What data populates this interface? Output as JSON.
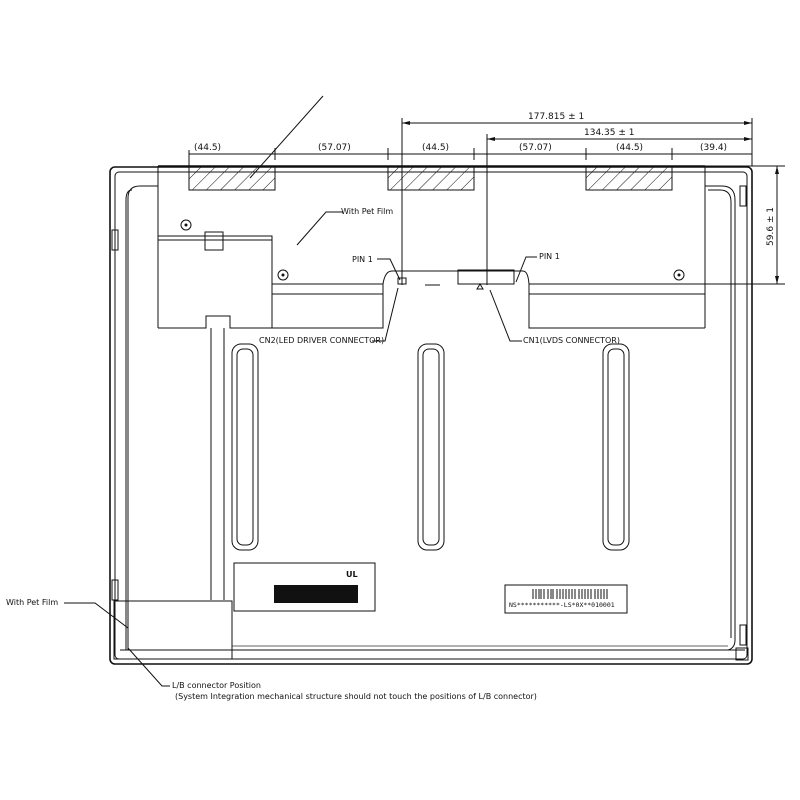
{
  "drawing": {
    "title": "LCD module rear view mechanical drawing",
    "dimensions": {
      "top_row": [
        "(44.5)",
        "(57.07)",
        "(44.5)",
        "(57.07)",
        "(44.5)",
        "(39.4)"
      ],
      "overall_1": "177.815 ± 1",
      "overall_2": "134.35 ± 1",
      "vertical": "59.6 ± 1"
    },
    "callouts": {
      "pet_film_top": "With Pet Film",
      "pet_film_left": "With Pet Film",
      "pin1_left": "PIN 1",
      "pin1_right": "PIN 1",
      "cn2": "CN2(LED DRIVER CONNECTOR)",
      "cn1": "CN1(LVDS CONNECTOR)",
      "lb_position": "L/B connector Position",
      "lb_note": "(System Integration mechanical structure should not touch the positions of L/B connector)"
    },
    "label": {
      "serial_text": "NS***********-LS*0X**010001",
      "ul_mark": "UL"
    }
  }
}
